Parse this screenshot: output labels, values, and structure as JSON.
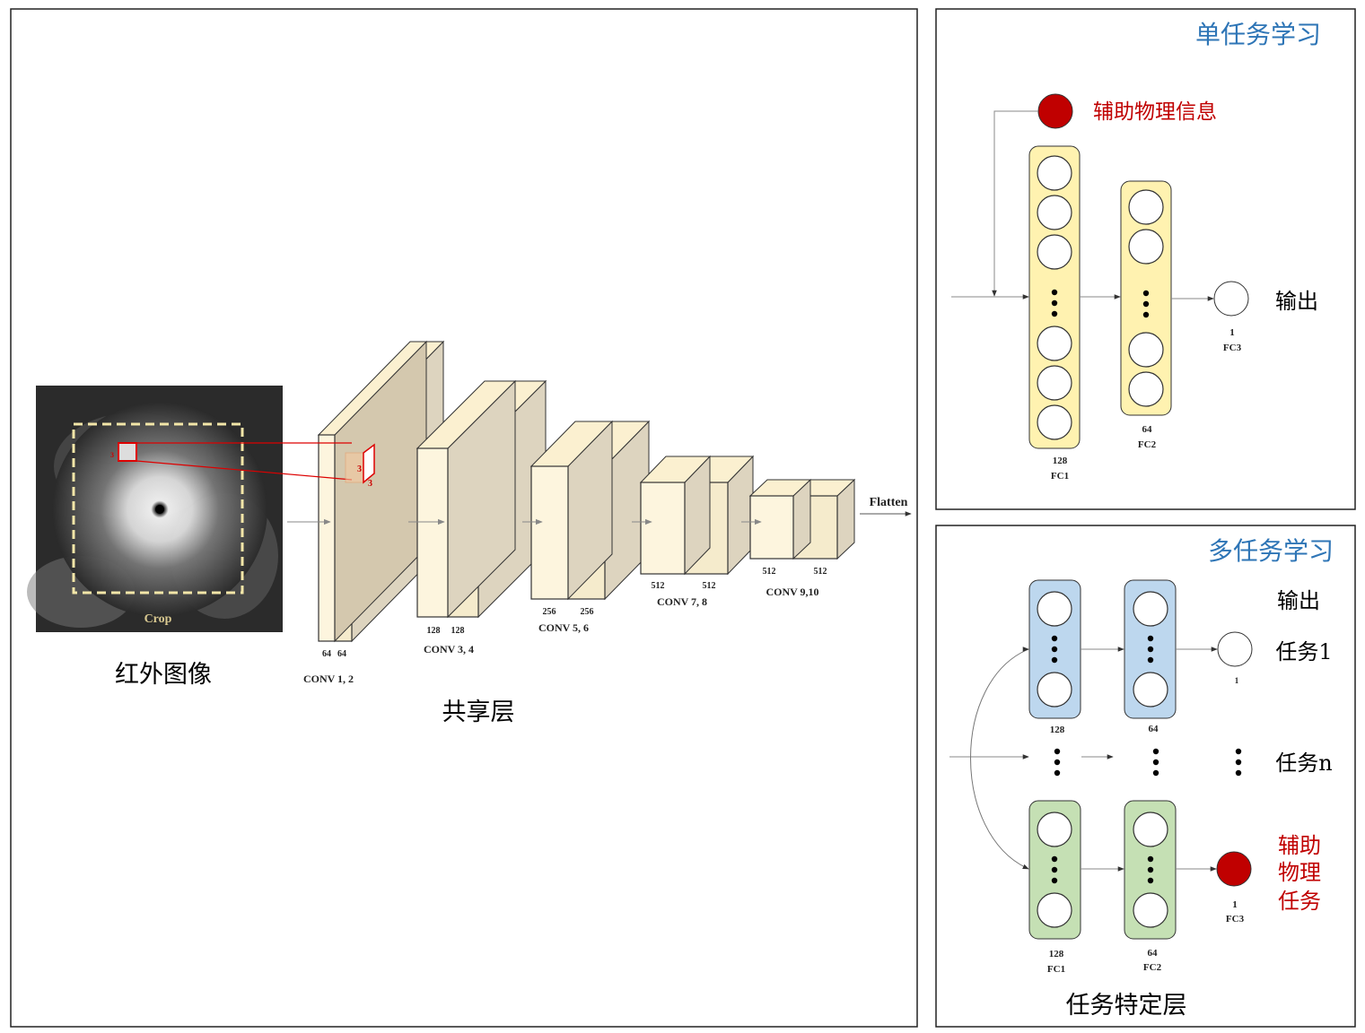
{
  "left_panel": {
    "image_caption": "红外图像",
    "crop_label": "Crop",
    "kernel_labels": [
      "3",
      "3",
      "3"
    ],
    "shared_caption": "共享层",
    "flatten_label": "Flatten",
    "conv_blocks": [
      {
        "name": "CONV 1, 2",
        "channels": [
          "64",
          "64"
        ]
      },
      {
        "name": "CONV 3, 4",
        "channels": [
          "128",
          "128"
        ]
      },
      {
        "name": "CONV 5, 6",
        "channels": [
          "256",
          "256"
        ]
      },
      {
        "name": "CONV 7, 8",
        "channels": [
          "512",
          "512"
        ]
      },
      {
        "name": "CONV 9,10",
        "channels": [
          "512",
          "512"
        ]
      }
    ]
  },
  "single_task": {
    "title": "单任务学习",
    "aux_label": "辅助物理信息",
    "output_label": "输出",
    "fc1": {
      "size": "128",
      "name": "FC1"
    },
    "fc2": {
      "size": "64",
      "name": "FC2"
    },
    "fc3": {
      "size": "1",
      "name": "FC3"
    }
  },
  "multi_task": {
    "title": "多任务学习",
    "output_label": "输出",
    "task1_label": "任务1",
    "taskn_label": "任务n",
    "aux_task_lines": [
      "辅助",
      "物理",
      "任务"
    ],
    "task1_sizes": {
      "fc1": "128",
      "fc2": "64",
      "fc3": "1"
    },
    "aux_sizes": {
      "fc1": "128",
      "fc2": "64",
      "fc3": "1"
    },
    "layer_names": {
      "fc1": "FC1",
      "fc2": "FC2",
      "fc3": "FC3"
    },
    "caption": "任务特定层"
  },
  "colors": {
    "title_blue": "#2e75b6",
    "aux_red": "#c00000",
    "fc_yellow": "#fff2b0",
    "fc_blue": "#bdd7ee",
    "fc_green": "#c5e0b4"
  }
}
